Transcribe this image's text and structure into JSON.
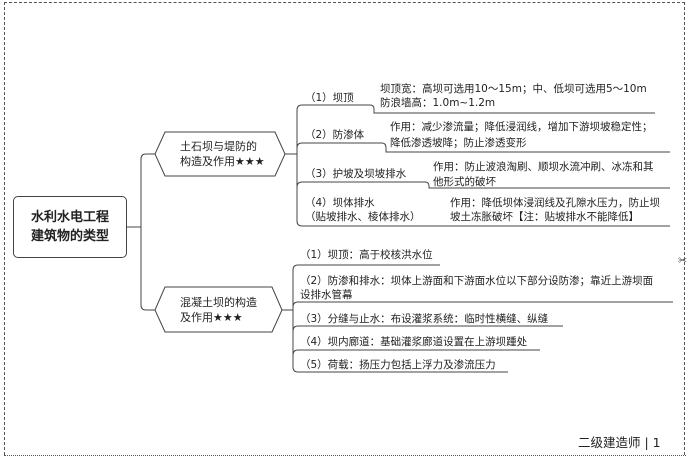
{
  "root": {
    "line1": "水利水电工程",
    "line2": "建筑物的类型"
  },
  "branches": [
    {
      "line1": "土石坝与堤防的",
      "line2": "构造及作用★★★",
      "items": [
        {
          "label": "（1）坝顶",
          "detail1": "坝顶宽：高坝可选用10～15m；中、低坝可选用5～10m",
          "detail2": "防浪墙高：1.0m~1.2m"
        },
        {
          "label": "（2）防渗体",
          "detail1": "作用：减少渗流量；降低浸润线，增加下游坝坡稳定性；",
          "detail2": "降低渗透坡降；防止渗透变形"
        },
        {
          "label": "（3）护坡及坝坡排水",
          "detail1": "作用：防止波浪淘刷、顺坝水流冲刷、冰冻和其",
          "detail2": "他形式的破坏"
        },
        {
          "label": "（4）坝体排水",
          "label2": "（贴坡排水、棱体排水）",
          "detail1": "作用：降低坝体浸润线及孔隙水压力，防止坝",
          "detail2": "坡土冻胀破坏【注：贴坡排水不能降低】"
        }
      ]
    },
    {
      "line1": "混凝土坝的构造",
      "line2": "及作用★★★",
      "items": [
        {
          "text": "（1）坝顶：高于校核洪水位"
        },
        {
          "text": "（2）防渗和排水：坝体上游面和下游面水位以下部分设防渗；靠近上游坝面",
          "text2": "设排水管幕"
        },
        {
          "text": "（3）分缝与止水：布设灌浆系统：临时性横缝、纵缝"
        },
        {
          "text": "（4）坝内廊道：基础灌浆廊道设置在上游坝踵处"
        },
        {
          "text": "（5）荷载：扬压力包括上浮力及渗流压力"
        }
      ]
    }
  ],
  "footer": {
    "text": "二级建造师 | 1"
  },
  "icons": {
    "cut_mark": "scissors-icon"
  }
}
